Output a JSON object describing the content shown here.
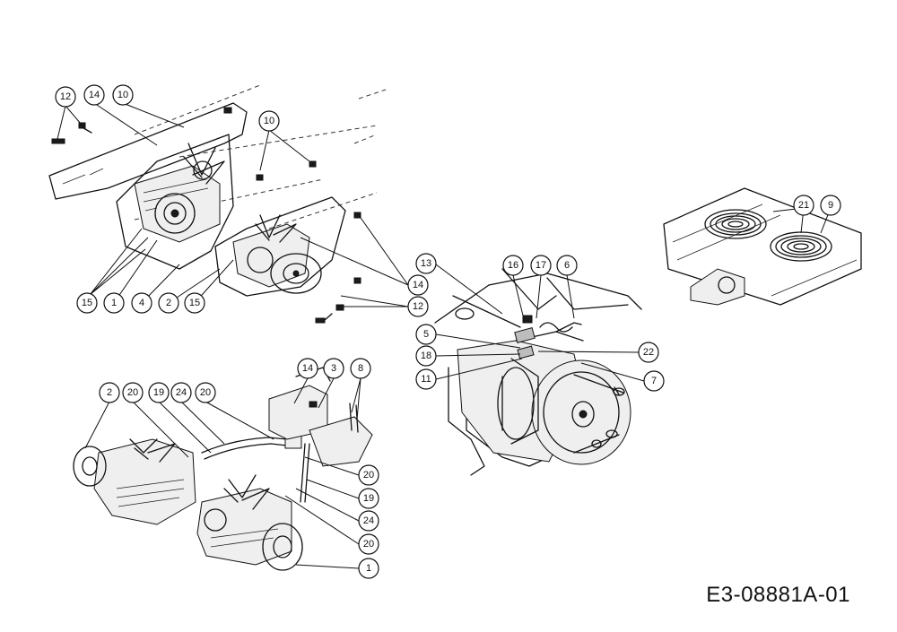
{
  "drawing_id": "E3-08881A-01",
  "callouts": {
    "top_left": [
      "12",
      "14",
      "10",
      "10",
      "15",
      "1",
      "4",
      "2",
      "15",
      "14",
      "12",
      "13"
    ],
    "right_detail": [
      "16",
      "17",
      "6",
      "5",
      "18",
      "11",
      "22",
      "7"
    ],
    "top_right": [
      "21",
      "9"
    ],
    "bottom_left": [
      "2",
      "20",
      "19",
      "24",
      "20",
      "14",
      "3",
      "8",
      "20",
      "19",
      "24",
      "20",
      "1"
    ]
  }
}
